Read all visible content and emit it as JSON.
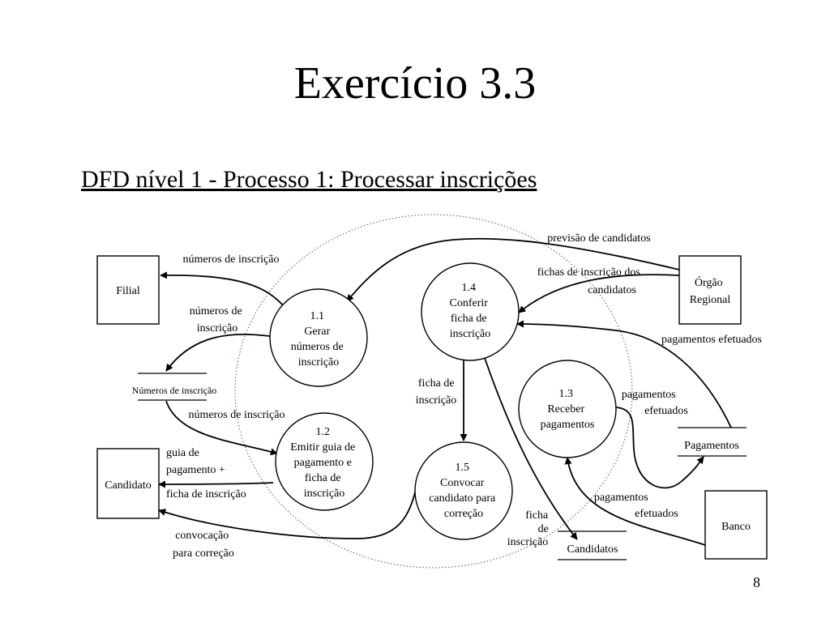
{
  "title": "Exercício 3.3",
  "subtitle": "DFD nível 1 - Processo 1: Processar inscrições",
  "page_number": "8",
  "external_entities": {
    "filial": "Filial",
    "candidato": "Candidato",
    "orgao_regional": [
      "Órgão",
      "Regional"
    ],
    "banco": "Banco"
  },
  "processes": {
    "p1_1": [
      "1.1",
      "Gerar",
      "números de",
      "inscrição"
    ],
    "p1_2": [
      "1.2",
      "Emitir guia de",
      "pagamento e",
      "ficha de",
      "inscrição"
    ],
    "p1_3": [
      "1.3",
      "Receber",
      "pagamentos"
    ],
    "p1_4": [
      "1.4",
      "Conferir",
      "ficha de",
      "inscrição"
    ],
    "p1_5": [
      "1.5",
      "Convocar",
      "candidato para",
      "correção"
    ]
  },
  "data_stores": {
    "numeros_inscricao": "Números de inscrição",
    "pagamentos": "Pagamentos",
    "candidatos": "Candidatos"
  },
  "flow_labels": {
    "previsao": [
      "previsão de candidatos"
    ],
    "fichas_dos_candidatos": [
      "fichas de inscrição dos",
      "candidatos"
    ],
    "pagamentos_efetuados_orgao": [
      "pagamentos efetuados"
    ],
    "numeros_para_filial": [
      "números de inscrição"
    ],
    "numeros_para_store": [
      "números de",
      "inscrição"
    ],
    "numeros_store_para_1_2": [
      "números de inscrição"
    ],
    "guia_pagamento": [
      "guia de",
      "pagamento +",
      "ficha de inscrição"
    ],
    "convocacao": [
      "convocação",
      "para correção"
    ],
    "ficha_1_4_para_1_5": [
      "ficha de",
      "inscrição"
    ],
    "ficha_para_candidatos": [
      "ficha",
      "de",
      "inscrição"
    ],
    "pagamentos_1_3_para_store": [
      "pagamentos",
      "efetuados"
    ],
    "pagamentos_banco": [
      "pagamentos",
      "efetuados"
    ]
  }
}
